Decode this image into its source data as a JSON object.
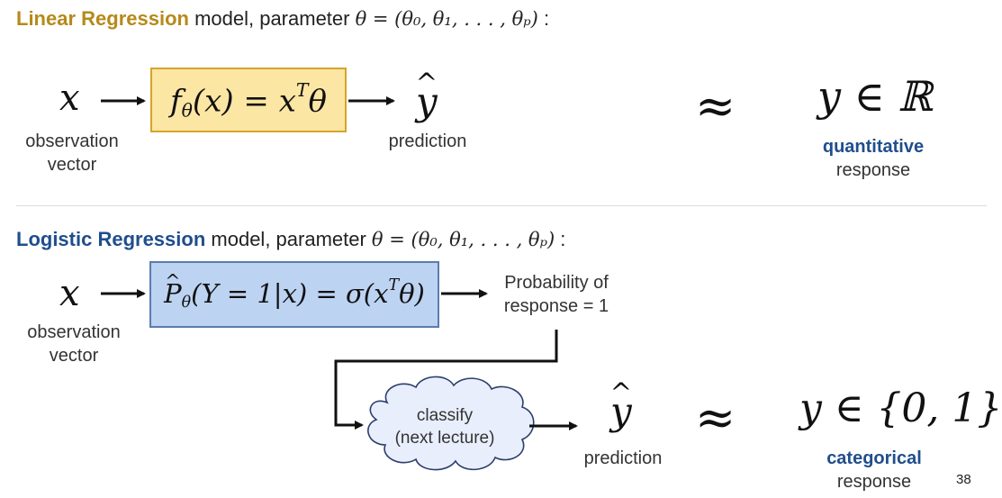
{
  "linear": {
    "title": "Linear Regression",
    "title_color": "#b58a1a",
    "model_text": " model, parameter ",
    "param_math": "θ = (θ₀, θ₁, . . . , θₚ)",
    "colon": " :",
    "input_symbol": "x",
    "input_label_line1": "observation",
    "input_label_line2": "vector",
    "function_lhs": "f",
    "function_sub": "θ",
    "function_arg": "(x) = x",
    "function_sup": "T",
    "function_tail": "θ",
    "output_symbol": "y",
    "output_label": "prediction",
    "approx": "≈",
    "response_math": "y ∈ ℝ",
    "response_kind": "quantitative",
    "response_word": "response"
  },
  "logistic": {
    "title": "Logistic Regression",
    "title_color": "#1f4e8c",
    "model_text": " model, parameter ",
    "param_math": "θ = (θ₀, θ₁, . . . , θₚ)",
    "colon": " :",
    "input_symbol": "x",
    "input_label_line1": "observation",
    "input_label_line2": "vector",
    "function_p": "P",
    "function_sub": "θ",
    "function_rest": "(Y = 1|x) = σ(x",
    "function_sup": "T",
    "function_tail": "θ)",
    "prob_line1": "Probability of",
    "prob_line2": "response = 1",
    "cloud_line1": "classify",
    "cloud_line2": "(next lecture)",
    "output_symbol": "y",
    "output_label": "prediction",
    "approx": "≈",
    "response_math": "y ∈ {0, 1}",
    "response_kind": "categorical",
    "response_word": "response"
  },
  "page_number": "38",
  "colors": {
    "yellow_fill": "#fce6a4",
    "yellow_border": "#d4a52a",
    "blue_fill": "#bcd3f2",
    "blue_border": "#5a7cae",
    "accent_blue": "#1f4e8c"
  }
}
